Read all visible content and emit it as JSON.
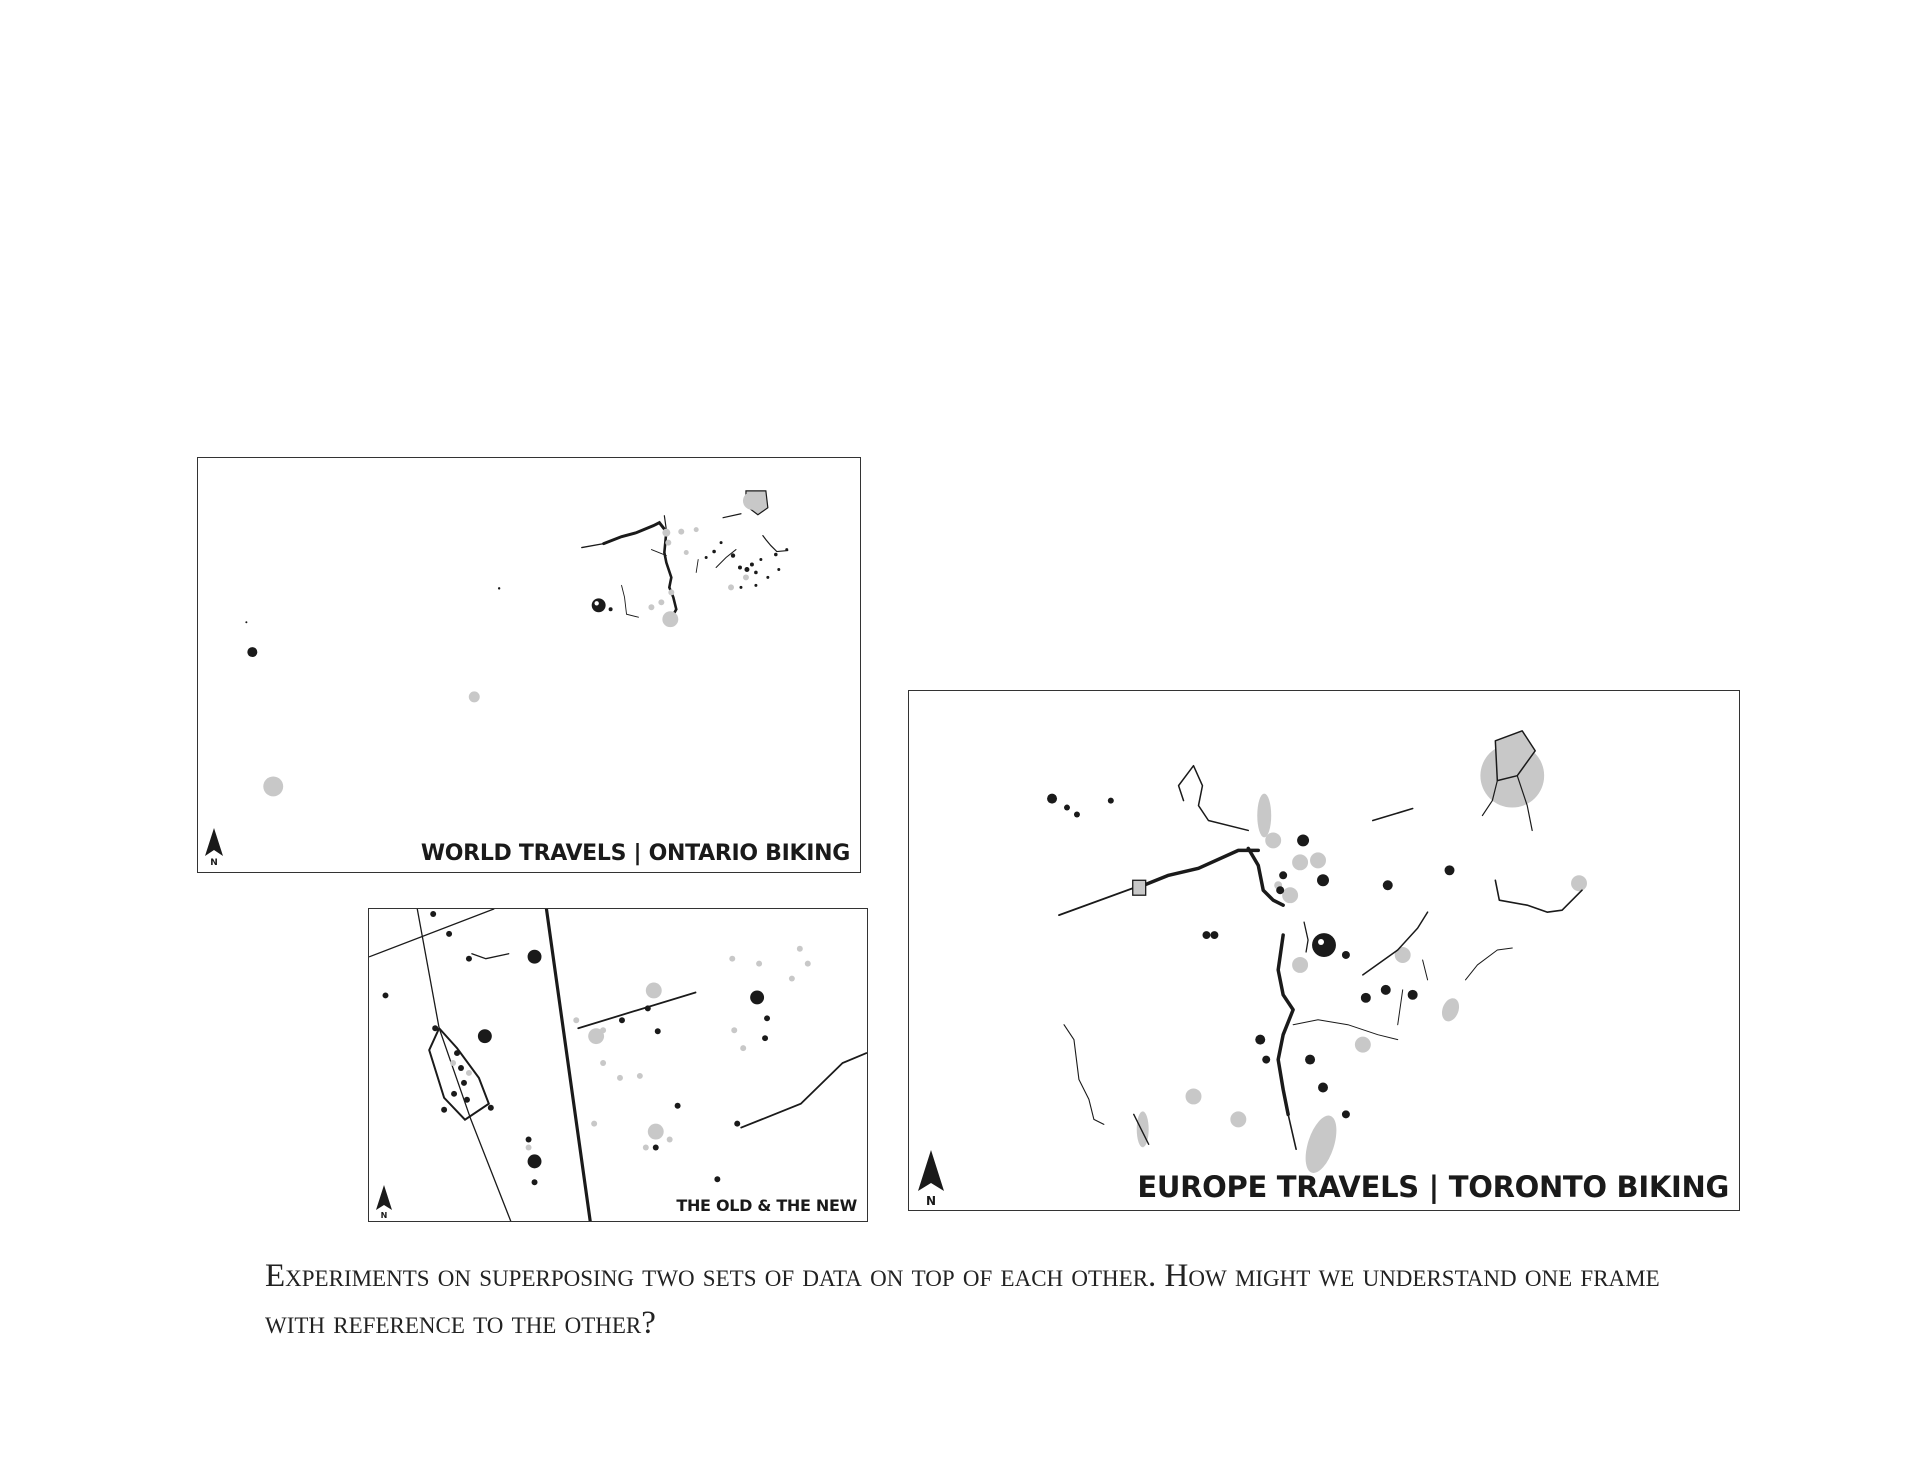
{
  "maps": {
    "world": {
      "title": "WORLD TRAVELS | ONTARIO BIKING",
      "north_label": "N"
    },
    "old_new": {
      "title": "THE OLD & THE NEW",
      "north_label": "N"
    },
    "europe": {
      "title": "EUROPE TRAVELS | TORONTO BIKING",
      "north_label": "N"
    }
  },
  "colors": {
    "black_feature": "#1a1a1a",
    "grey_feature": "#c8c8c8",
    "frame": "#333333"
  },
  "caption": "Experiments on superposing two sets of data on top of each other. How might we understand one frame with reference to the other?"
}
